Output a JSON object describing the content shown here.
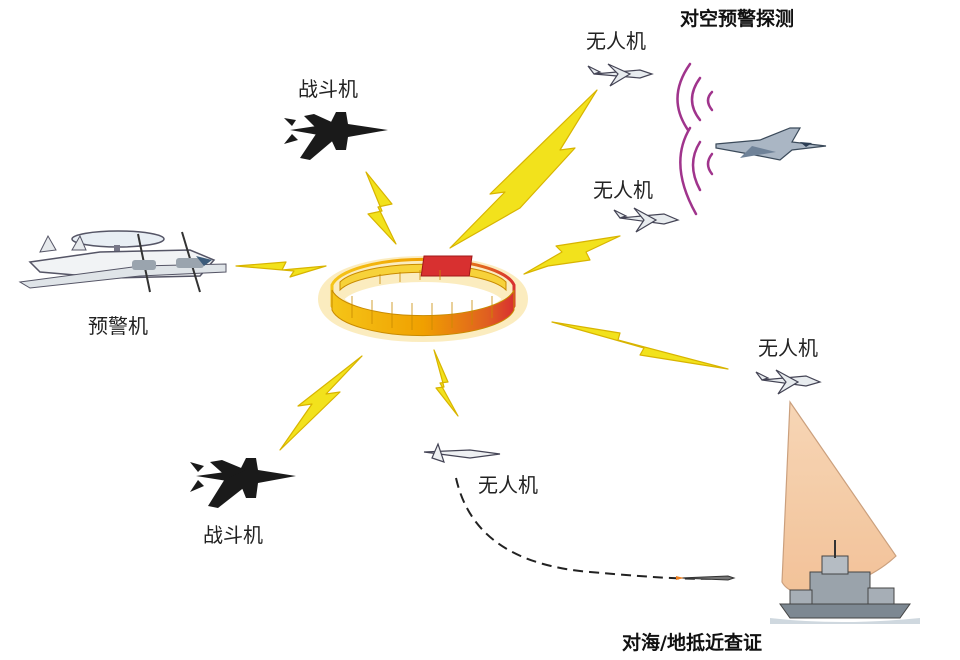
{
  "labels": {
    "fighter_top": "战斗机",
    "fighter_bottom": "战斗机",
    "awacs": "预警机",
    "uav_top": "无人机",
    "uav_mid": "无人机",
    "uav_right": "无人机",
    "uav_bottom": "无人机",
    "air_warning": "对空预警探测",
    "sea_ground": "对海/地抵近查证"
  },
  "colors": {
    "lightning": "#f2e21c",
    "lightning_edge": "#e0b800",
    "ring_outer": "#e8a800",
    "ring_inner": "#d02020",
    "radar_wave": "#a0348c",
    "cone_fill": "#f3c9a3",
    "dark_silhouette": "#1a1a1a"
  },
  "icons": {
    "hub": "network-ring-icon",
    "link": "lightning-link-icon"
  }
}
